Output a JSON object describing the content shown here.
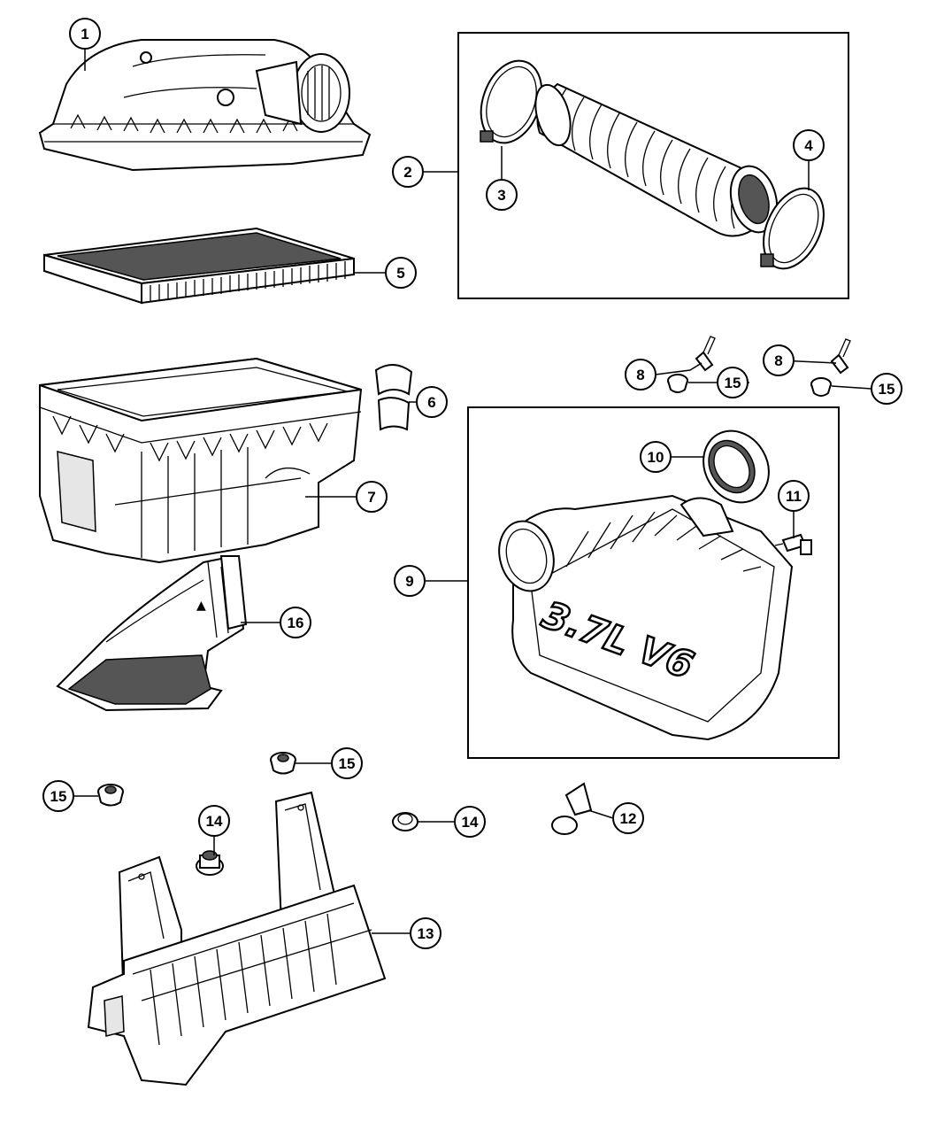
{
  "callouts": [
    {
      "id": "c1",
      "label": "1"
    },
    {
      "id": "c2",
      "label": "2"
    },
    {
      "id": "c3",
      "label": "3"
    },
    {
      "id": "c4",
      "label": "4"
    },
    {
      "id": "c5",
      "label": "5"
    },
    {
      "id": "c6",
      "label": "6"
    },
    {
      "id": "c7",
      "label": "7"
    },
    {
      "id": "c8a",
      "label": "8"
    },
    {
      "id": "c8b",
      "label": "8"
    },
    {
      "id": "c9",
      "label": "9"
    },
    {
      "id": "c10",
      "label": "10"
    },
    {
      "id": "c11",
      "label": "11"
    },
    {
      "id": "c12",
      "label": "12"
    },
    {
      "id": "c13",
      "label": "13"
    },
    {
      "id": "c14a",
      "label": "14"
    },
    {
      "id": "c14b",
      "label": "14"
    },
    {
      "id": "c15a",
      "label": "15"
    },
    {
      "id": "c15b",
      "label": "15"
    },
    {
      "id": "c15c",
      "label": "15"
    },
    {
      "id": "c15d",
      "label": "15"
    },
    {
      "id": "c16",
      "label": "16"
    }
  ],
  "resonator": {
    "emboss_text": "3.7L V6"
  }
}
